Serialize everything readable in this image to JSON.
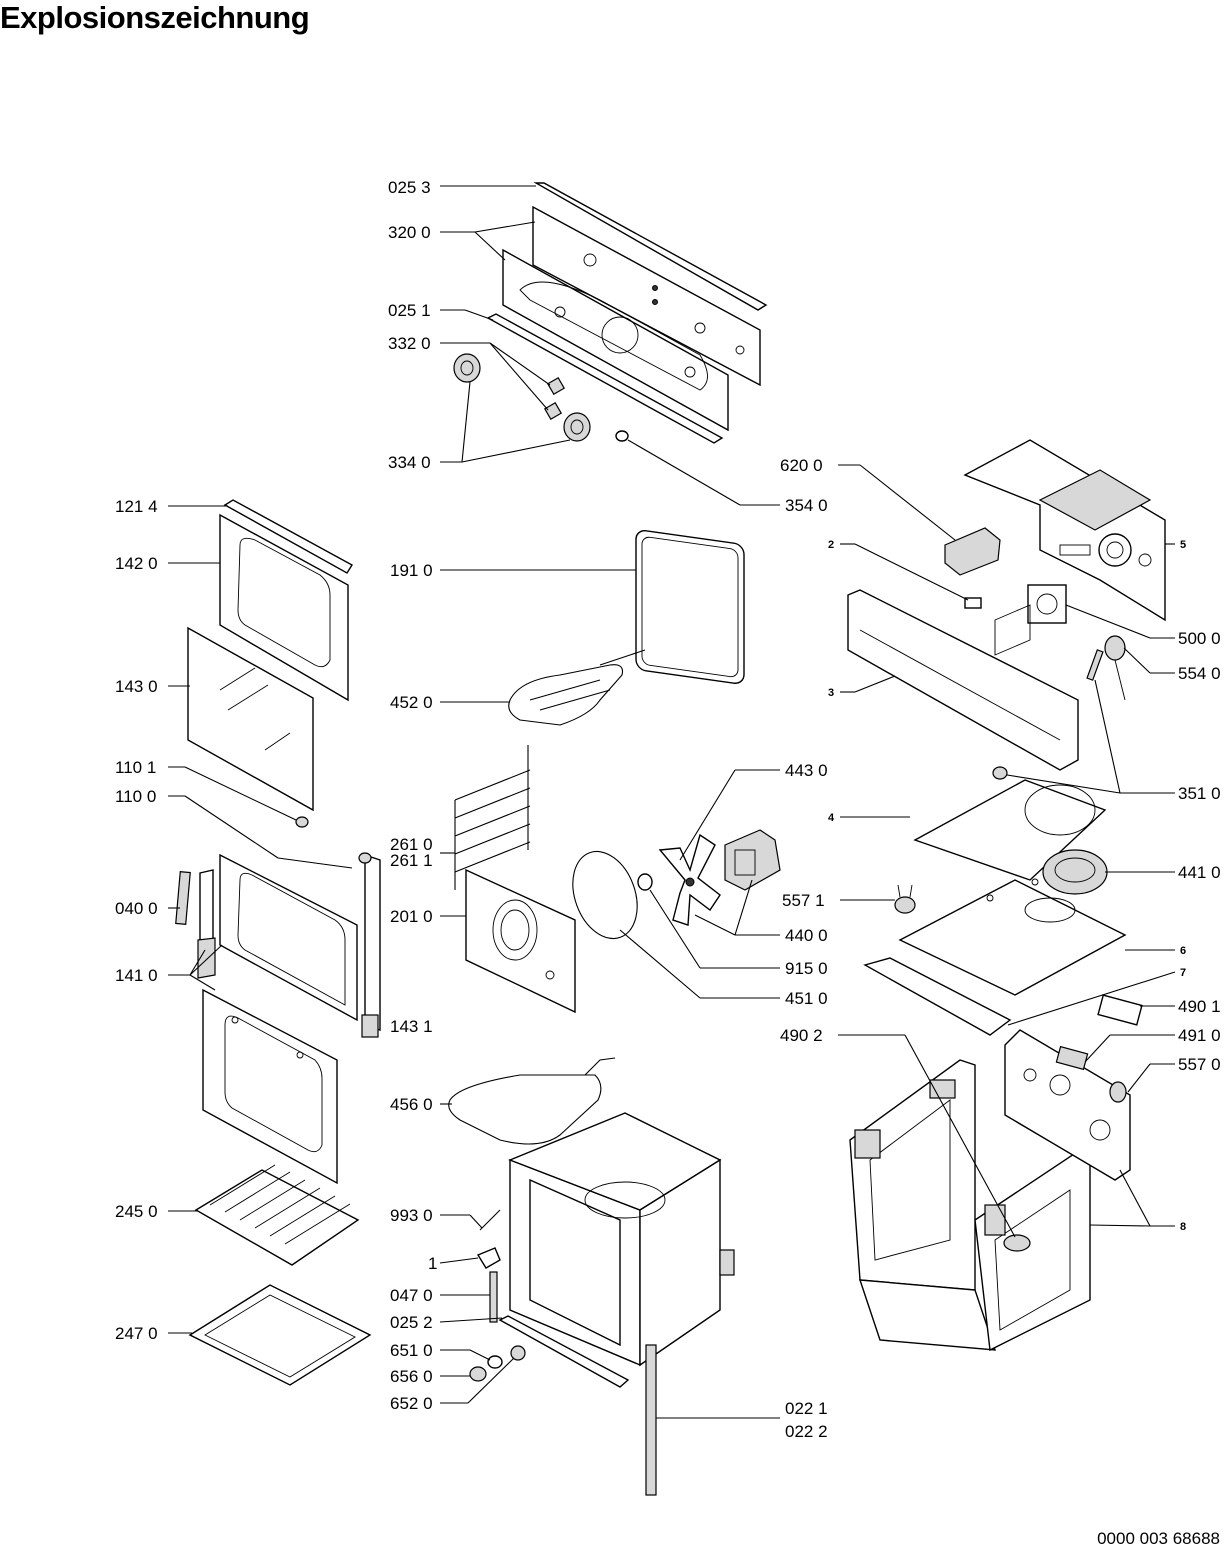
{
  "title": "Explosionszeichnung",
  "document_number": "0000 003 68688",
  "labels": {
    "p0253": "025 3",
    "p3200": "320 0",
    "p0251": "025 1",
    "p3320": "332 0",
    "p3340": "334 0",
    "p3540": "354 0",
    "p6200": "620 0",
    "p2": "2",
    "p5": "5",
    "p5000": "500 0",
    "p5540": "554 0",
    "p3": "3",
    "p3510": "351 0",
    "p4430": "443 0",
    "p4": "4",
    "p4410": "441 0",
    "p5571": "557 1",
    "p4400": "440 0",
    "p6": "6",
    "p9150": "915 0",
    "p7": "7",
    "p4510": "451 0",
    "p4901": "490 1",
    "p4902": "490 2",
    "p4910": "491 0",
    "p5570": "557 0",
    "p8": "8",
    "p1214": "121 4",
    "p1420": "142 0",
    "p1910": "191 0",
    "p1430": "143 0",
    "p4520": "452 0",
    "p1101": "110 1",
    "p1100": "110 0",
    "p2610": "261 0",
    "p2611": "261 1",
    "p0400": "040 0",
    "p2010": "201 0",
    "p1410": "141 0",
    "p1431": "143 1",
    "p4560": "456 0",
    "p2450": "245 0",
    "p9930": "993 0",
    "p1": "1",
    "p0470": "047 0",
    "p0252": "025 2",
    "p2470": "247 0",
    "p6510": "651 0",
    "p6560": "656 0",
    "p6520": "652 0",
    "p0221": "022 1",
    "p0222": "022 2"
  }
}
